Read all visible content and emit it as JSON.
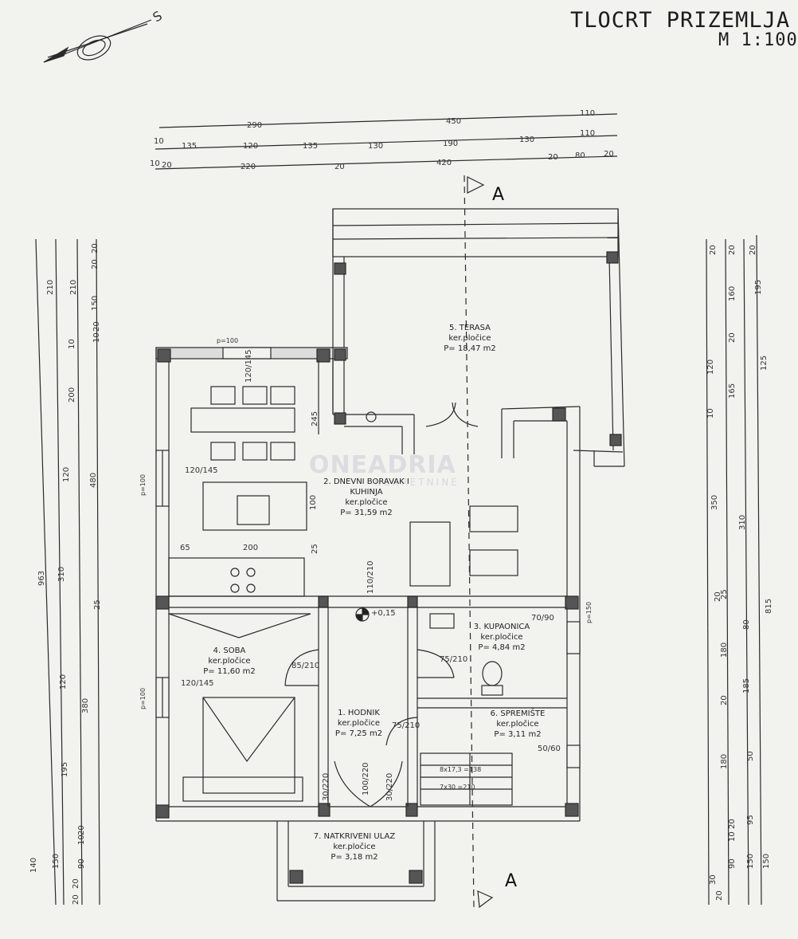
{
  "title": "TLOCRT PRIZEMLJA",
  "scale": "M 1:100",
  "north_label": "S",
  "section_label": "A",
  "watermark": "ONEADRIA",
  "watermark_sub": "NEKRETNINE",
  "rooms": [
    {
      "id": "terasa",
      "name": "5. TERASA",
      "floor": "ker.pločice",
      "area": "P= 18,47 m2"
    },
    {
      "id": "dnevni",
      "name": "2. DNEVNI BORAVAK I",
      "name2": "KUHINJA",
      "floor": "ker.pločice",
      "area": "P= 31,59 m2"
    },
    {
      "id": "soba",
      "name": "4. SOBA",
      "floor": "ker.pločice",
      "area": "P= 11,60 m2"
    },
    {
      "id": "kupaonica",
      "name": "3. KUPAONICA",
      "floor": "ker.pločice",
      "area": "P= 4,84 m2"
    },
    {
      "id": "hodnik",
      "name": "1. HODNIK",
      "floor": "ker.pločice",
      "area": "P= 7,25 m2"
    },
    {
      "id": "spremiste",
      "name": "6. SPREMIŠTE",
      "floor": "ker.pločice",
      "area": "P= 3,11 m2"
    },
    {
      "id": "ulaz",
      "name": "7. NATKRIVENI ULAZ",
      "floor": "ker.pločice",
      "area": "P= 3,18 m2"
    }
  ],
  "level_mark": "+0,15",
  "dims_top1": [
    "290",
    "450",
    "110"
  ],
  "dims_top2": [
    "10",
    "135",
    "120",
    "135",
    "130",
    "190",
    "130",
    "110"
  ],
  "dims_top3": [
    "10",
    "20",
    "220",
    "20",
    "420",
    "20",
    "80",
    "20"
  ],
  "dims_left1": [
    "140",
    "963"
  ],
  "dims_left2": [
    "150",
    "195",
    "120",
    "310",
    "120",
    "210"
  ],
  "dims_left3": [
    "20",
    "20",
    "90",
    "10",
    "20",
    "380",
    "25",
    "480",
    "200",
    "10",
    "210"
  ],
  "dims_left4": [
    "150",
    "20",
    "20",
    "10",
    "20"
  ],
  "dims_right1": [
    "150",
    "815"
  ],
  "dims_right2": [
    "150",
    "95",
    "180",
    "185",
    "80",
    "310",
    "125",
    "195",
    "20"
  ],
  "dims_right3": [
    "90",
    "10",
    "20",
    "50",
    "20",
    "180",
    "25",
    "350",
    "165",
    "20",
    "160",
    "20"
  ],
  "dims_right4": [
    "20",
    "30",
    "20",
    "10",
    "120",
    "20"
  ],
  "openings": {
    "kitchen_win": "120/145",
    "kitchen_win_top": "120/145",
    "soba_win": "120/145",
    "door_soba": "85/210",
    "door_kup": "75/210",
    "door_hall": "110/210",
    "door_sprem": "75/210",
    "door_entry": "100/220",
    "kup_win": "70/90",
    "sprem_win": "50/60",
    "side_l": "30/220",
    "side_r": "30/220",
    "kitchen_dims": [
      "65",
      "200",
      "25",
      "100",
      "245"
    ],
    "stairs": [
      "8x17,3 =138",
      "7x30 =210"
    ],
    "p_labels": [
      "p=100",
      "p=100",
      "p=100",
      "p=150"
    ]
  }
}
